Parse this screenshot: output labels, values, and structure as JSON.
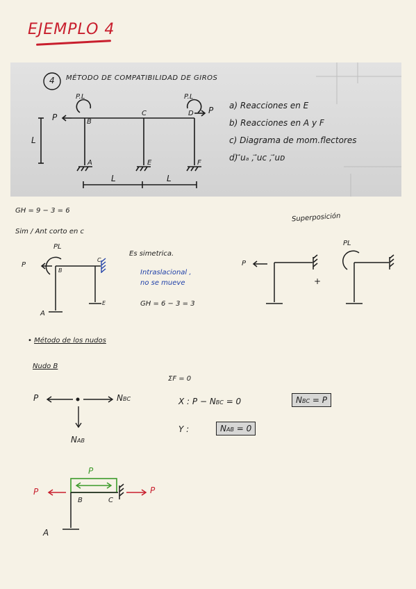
{
  "title": "EJEMPLO 4",
  "photo": {
    "number": "4",
    "heading": "MÉTODO DE COMPATIBILIDAD DE GIROS",
    "labels": {
      "PL_left": "P.L",
      "PL_right": "P.L",
      "P_left": "P",
      "P_right": "P",
      "B": "B",
      "C": "C",
      "D": "D",
      "A": "A",
      "E": "E",
      "F": "F",
      "L_vertical": "L",
      "L_bottom_1": "L",
      "L_bottom_2": "L"
    },
    "tasks": [
      "a) Reacciones en E",
      "b) Reacciones en A y F",
      "c) Diagrama de mom.flectores",
      "d) ⃗uₐ , ⃗uᴄ , ⃗uᴅ"
    ]
  },
  "notes": {
    "gh1": "GH = 9 − 3 = 6",
    "sim": "Sim / Ant   corto   en   c",
    "superposicion": "Superposición",
    "es_simetrica": "Es simetrica.",
    "intraslacional_1": "Intraslacional ,",
    "intraslacional_2": "no se mueve",
    "gh2": "GH = 6 − 3 = 3",
    "metodo_nudos": "Método de los nudos",
    "nudo_b": "Nudo B",
    "sum_f": "ΣF = 0",
    "x_eq": "X :   P − N",
    "x_eq_sub": "BC",
    "x_eq_end": " = 0",
    "y_eq": "Y :",
    "box1_main": "N",
    "box1_sub": "BC",
    "box1_end": " = P",
    "box2_main": "N",
    "box2_sub": "AB",
    "box2_end": " = 0"
  },
  "diagram1": {
    "PL": "PL",
    "P": "P",
    "B": "B",
    "C": "C",
    "A": "A",
    "E": "E"
  },
  "diagram2": {
    "P": "P",
    "PL": "PL",
    "plus": "+"
  },
  "diagram3": {
    "P": "P",
    "NBC_main": "N",
    "NBC_sub": "BC",
    "NAB_main": "N",
    "NAB_sub": "AB"
  },
  "diagram4": {
    "P_top": "P",
    "P_left": "P",
    "P_right": "P",
    "B": "B",
    "C": "C",
    "A": "A"
  }
}
